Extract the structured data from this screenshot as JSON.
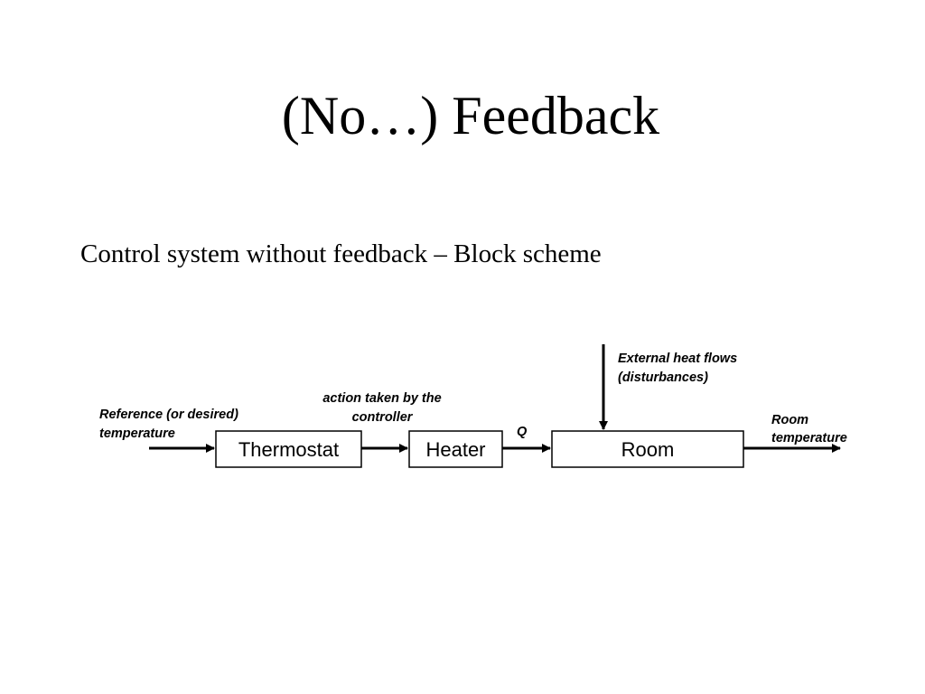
{
  "slide": {
    "title": "(No…) Feedback",
    "subtitle": "Control system without feedback – Block scheme"
  },
  "diagram": {
    "blocks": {
      "thermostat": "Thermostat",
      "heater": "Heater",
      "room": "Room"
    },
    "annotations": {
      "reference_line1": "Reference (or desired)",
      "reference_line2": "temperature",
      "action_line1": "action taken by the",
      "action_line2": "controller",
      "q": "Q",
      "disturbance_line1": "External heat flows",
      "disturbance_line2": "(disturbances)",
      "output_line1": "Room",
      "output_line2": "temperature"
    }
  }
}
